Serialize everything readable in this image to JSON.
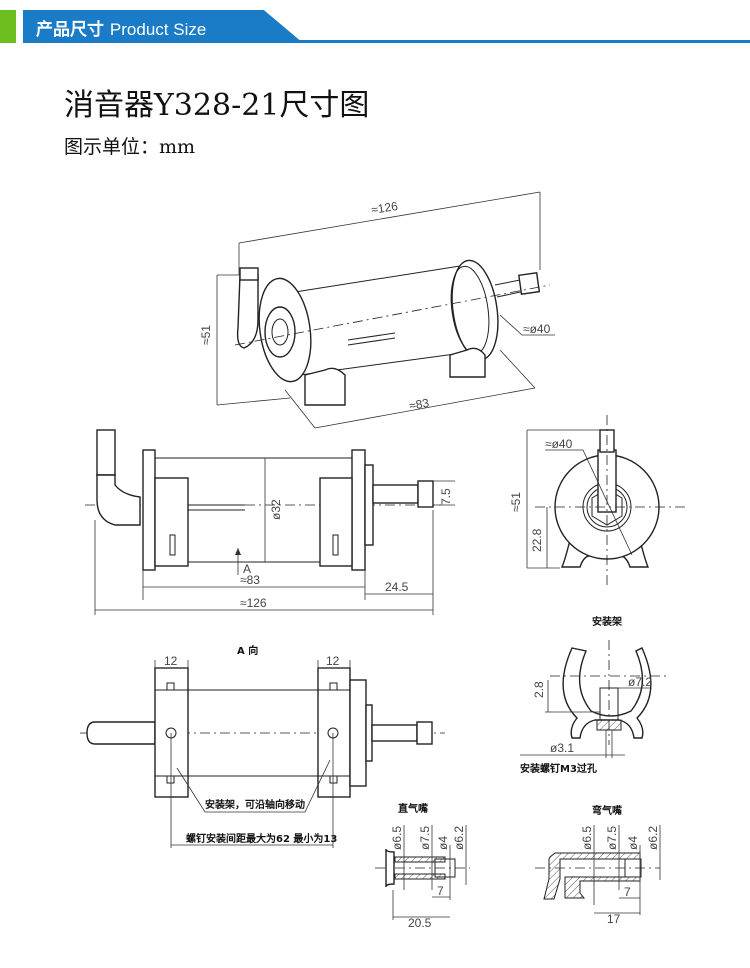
{
  "header": {
    "title_cn": "产品尺寸",
    "title_en": "Product Size",
    "accent_blue": "#1a7cc6",
    "accent_green": "#6cbf1e"
  },
  "title": "消音器Y328-21尺寸图",
  "unit_label": "图示单位：mm",
  "iso_view": {
    "length": "≈126",
    "height": "≈51",
    "diameter": "≈ø40",
    "body_length": "≈83"
  },
  "side_view": {
    "diameter": "ø32",
    "outlet": "7.5",
    "arrow_label": "A",
    "body_length": "≈83",
    "outlet_length": "24.5",
    "total_length": "≈126"
  },
  "end_view": {
    "diameter": "≈ø40",
    "height": "≈51",
    "center_height": "22.8"
  },
  "bracket": {
    "title": "安装架",
    "height": "2.8",
    "boss_diameter": "ø7.2",
    "hole_diameter": "ø3.1",
    "note": "安装螺钉M3过孔"
  },
  "a_view": {
    "title": "A 向",
    "width_left": "12",
    "width_right": "12",
    "note_move": "安装架，可沿轴向移动",
    "note_spacing": "螺钉安装间距最大为62 最小为13"
  },
  "straight_nozzle": {
    "title": "直气嘴",
    "d1": "ø6.5",
    "d2": "ø7.5",
    "d3": "ø4",
    "d4": "ø6.2",
    "len_short": "7",
    "len_total": "20.5"
  },
  "elbow_nozzle": {
    "title": "弯气嘴",
    "d1": "ø6.5",
    "d2": "ø7.5",
    "d3": "ø4",
    "d4": "ø6.2",
    "len_short": "7",
    "len_total": "17"
  }
}
